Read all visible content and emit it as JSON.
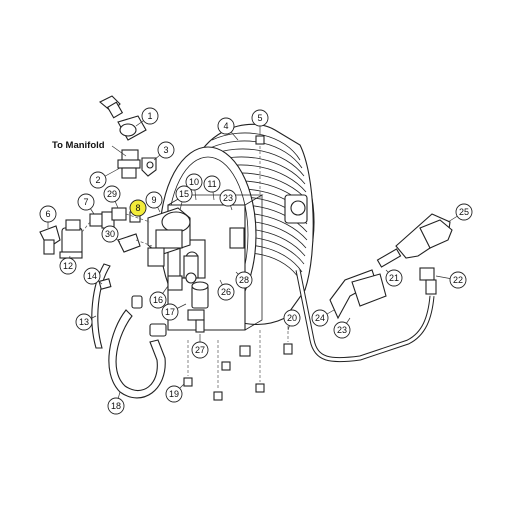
{
  "diagram": {
    "manifold_label": "To Manifold",
    "highlight_color": "#f3ec3a",
    "callouts": [
      {
        "id": "c1",
        "label": "1"
      },
      {
        "id": "c2",
        "label": "2"
      },
      {
        "id": "c3",
        "label": "3"
      },
      {
        "id": "c4",
        "label": "4"
      },
      {
        "id": "c5",
        "label": "5"
      },
      {
        "id": "c6",
        "label": "6"
      },
      {
        "id": "c7",
        "label": "7"
      },
      {
        "id": "c8",
        "label": "8",
        "highlighted": true
      },
      {
        "id": "c9",
        "label": "9"
      },
      {
        "id": "c10",
        "label": "10"
      },
      {
        "id": "c11",
        "label": "11"
      },
      {
        "id": "c12",
        "label": "12"
      },
      {
        "id": "c13",
        "label": "13"
      },
      {
        "id": "c14",
        "label": "14"
      },
      {
        "id": "c15",
        "label": "15"
      },
      {
        "id": "c16",
        "label": "16"
      },
      {
        "id": "c17",
        "label": "17"
      },
      {
        "id": "c18",
        "label": "18"
      },
      {
        "id": "c19",
        "label": "19"
      },
      {
        "id": "c20",
        "label": "20"
      },
      {
        "id": "c21",
        "label": "21"
      },
      {
        "id": "c22",
        "label": "22"
      },
      {
        "id": "c23a",
        "label": "23"
      },
      {
        "id": "c23b",
        "label": "23"
      },
      {
        "id": "c24",
        "label": "24"
      },
      {
        "id": "c25",
        "label": "25"
      },
      {
        "id": "c26",
        "label": "26"
      },
      {
        "id": "c27",
        "label": "27"
      },
      {
        "id": "c28",
        "label": "28"
      },
      {
        "id": "c29",
        "label": "29"
      },
      {
        "id": "c30",
        "label": "30"
      }
    ]
  }
}
